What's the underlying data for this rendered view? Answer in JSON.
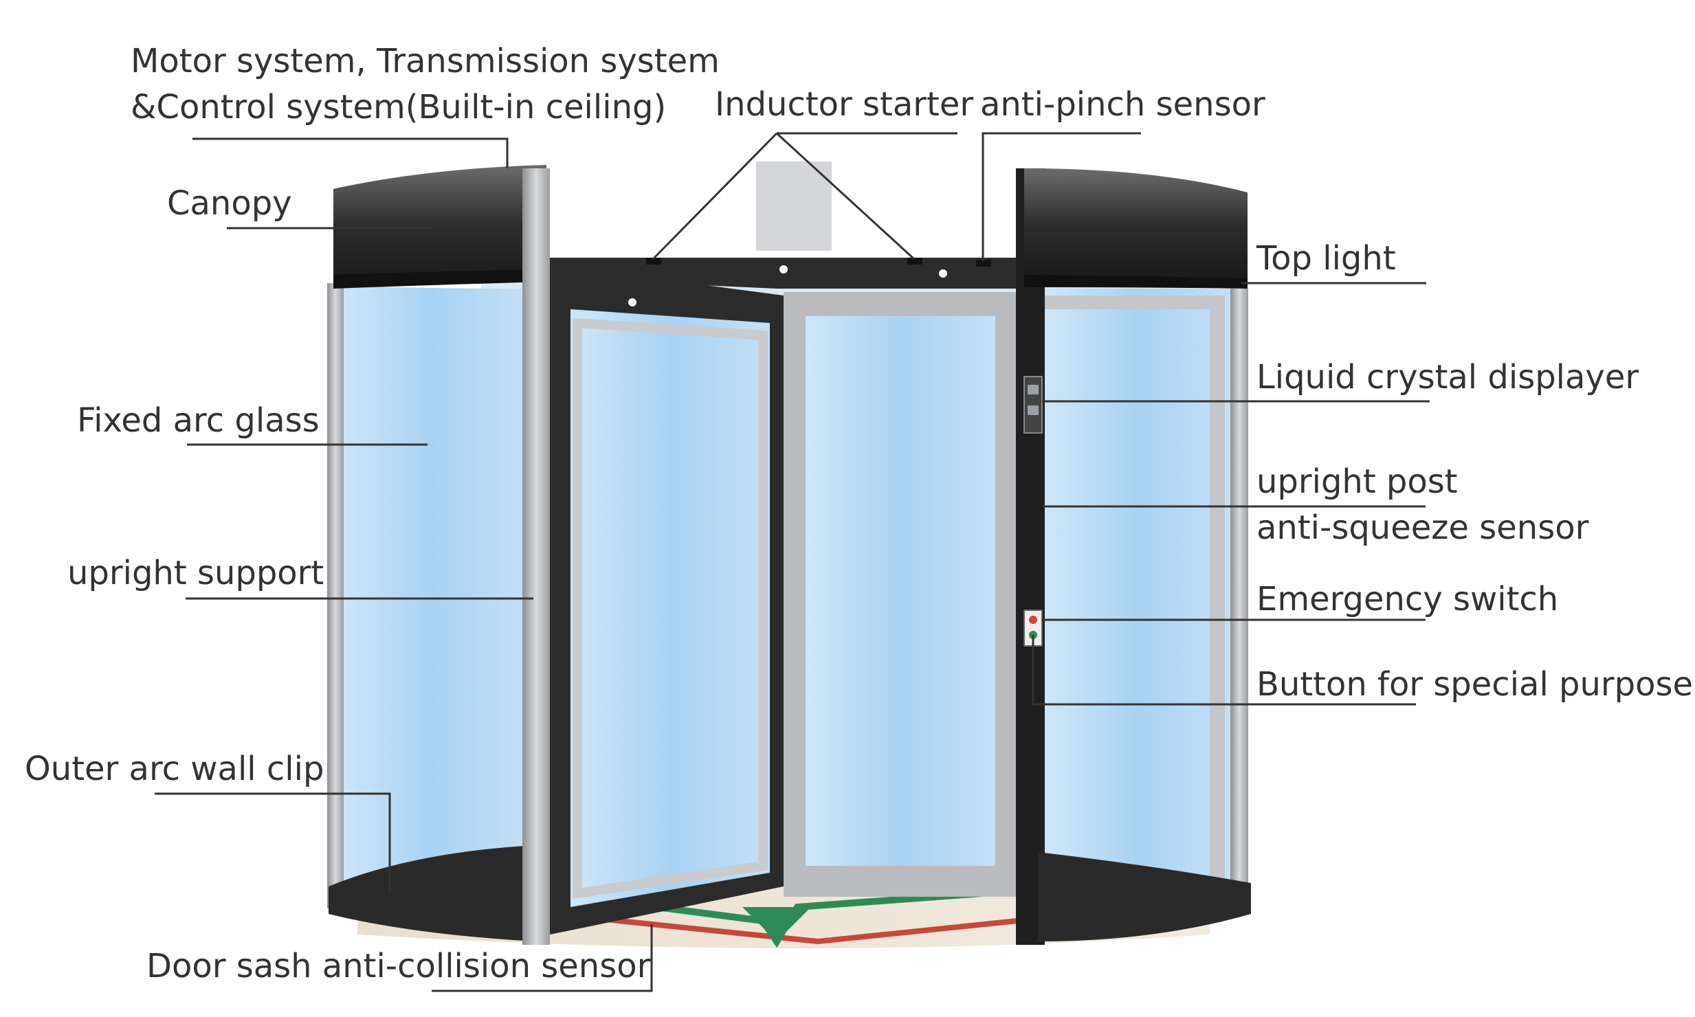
{
  "labels": {
    "motor_line1": "Motor system, Transmission system",
    "motor_line2": "&Control system(Built-in ceiling)",
    "canopy": "Canopy",
    "fixed_arc_glass": "Fixed arc glass",
    "upright_support": "upright support",
    "outer_arc_wall_clip": "Outer arc wall clip",
    "door_sash_sensor": "Door sash anti-collision sensor",
    "inductor_starter": "Inductor starter",
    "anti_pinch_sensor": "anti-pinch sensor",
    "top_light": "Top light",
    "lcd": "Liquid crystal displayer",
    "upright_post_line1": "upright post",
    "upright_post_line2": "anti-squeeze sensor",
    "emergency_switch": "Emergency switch",
    "special_button": "Button for special purpose"
  },
  "colors": {
    "glass": "#a9d2f2",
    "frame": "#2b2b2b",
    "metal": "#b7b9bd",
    "text": "#333333",
    "floor_red": "#c8463a",
    "floor_green": "#2e8b57"
  }
}
